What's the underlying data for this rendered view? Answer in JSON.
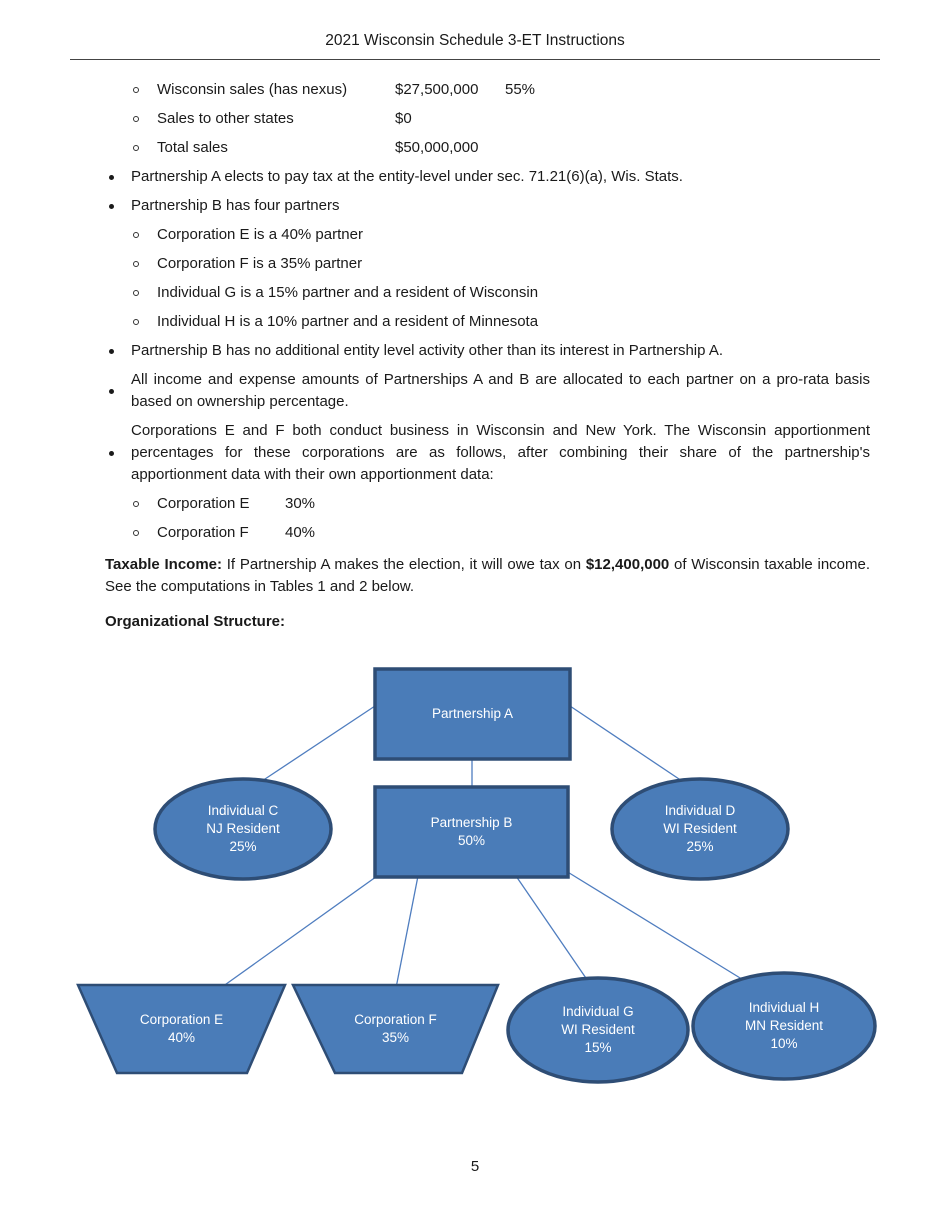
{
  "header": {
    "title": "2021 Wisconsin Schedule 3-ET Instructions"
  },
  "sales": {
    "rows": [
      {
        "label": "Wisconsin sales (has nexus)",
        "value": "$27,500,000",
        "pct": "55%"
      },
      {
        "label": "Sales to other states",
        "value": "$0",
        "pct": ""
      },
      {
        "label": "Total sales",
        "value": "$50,000,000",
        "pct": ""
      }
    ]
  },
  "bullets": {
    "b1": "Partnership A elects to pay tax at the entity-level under sec. 71.21(6)(a), Wis. Stats.",
    "b2": "Partnership B has four partners",
    "partners": [
      "Corporation E is a 40% partner",
      "Corporation F is a 35% partner",
      "Individual G is a 15% partner and a resident of Wisconsin",
      "Individual H is a 10% partner and a resident of Minnesota"
    ],
    "b3": "Partnership B has no additional entity level activity other than its interest in Partnership A.",
    "b4": "All income and expense amounts of Partnerships A and B are allocated to each partner on a pro-rata basis based on ownership percentage.",
    "b5": "Corporations E and F both conduct business in Wisconsin and New York. The Wisconsin apportionment percentages for these corporations are as follows, after combining their share of the partnership's apportionment data with their own apportionment data:",
    "apportionment": [
      {
        "label": "Corporation E",
        "value": "30%"
      },
      {
        "label": "Corporation F",
        "value": "40%"
      }
    ]
  },
  "taxable_income": {
    "lead": "Taxable Income:",
    "text_before": " If Partnership A makes the election, it will owe tax on ",
    "amount": "$12,400,000",
    "text_after": " of Wisconsin taxable income. See the computations in Tables 1 and 2 below."
  },
  "org_heading": "Organizational Structure:",
  "diagram": {
    "colors": {
      "fill": "#4A7CB8",
      "border": "#2E4D75",
      "connector": "#4F7DBF",
      "label": "#FFFFFF"
    },
    "nodes": {
      "partnership_a": {
        "lines": [
          "Partnership A"
        ]
      },
      "partnership_b": {
        "lines": [
          "Partnership B",
          "50%"
        ]
      },
      "individual_c": {
        "lines": [
          "Individual C",
          "NJ Resident",
          "25%"
        ]
      },
      "individual_d": {
        "lines": [
          "Individual D",
          "WI Resident",
          "25%"
        ]
      },
      "corporation_e": {
        "lines": [
          "Corporation E",
          "40%"
        ]
      },
      "corporation_f": {
        "lines": [
          "Corporation F",
          "35%"
        ]
      },
      "individual_g": {
        "lines": [
          "Individual G",
          "WI Resident",
          "15%"
        ]
      },
      "individual_h": {
        "lines": [
          "Individual H",
          "MN Resident",
          "10%"
        ]
      }
    }
  },
  "footer": {
    "page_number": "5"
  }
}
